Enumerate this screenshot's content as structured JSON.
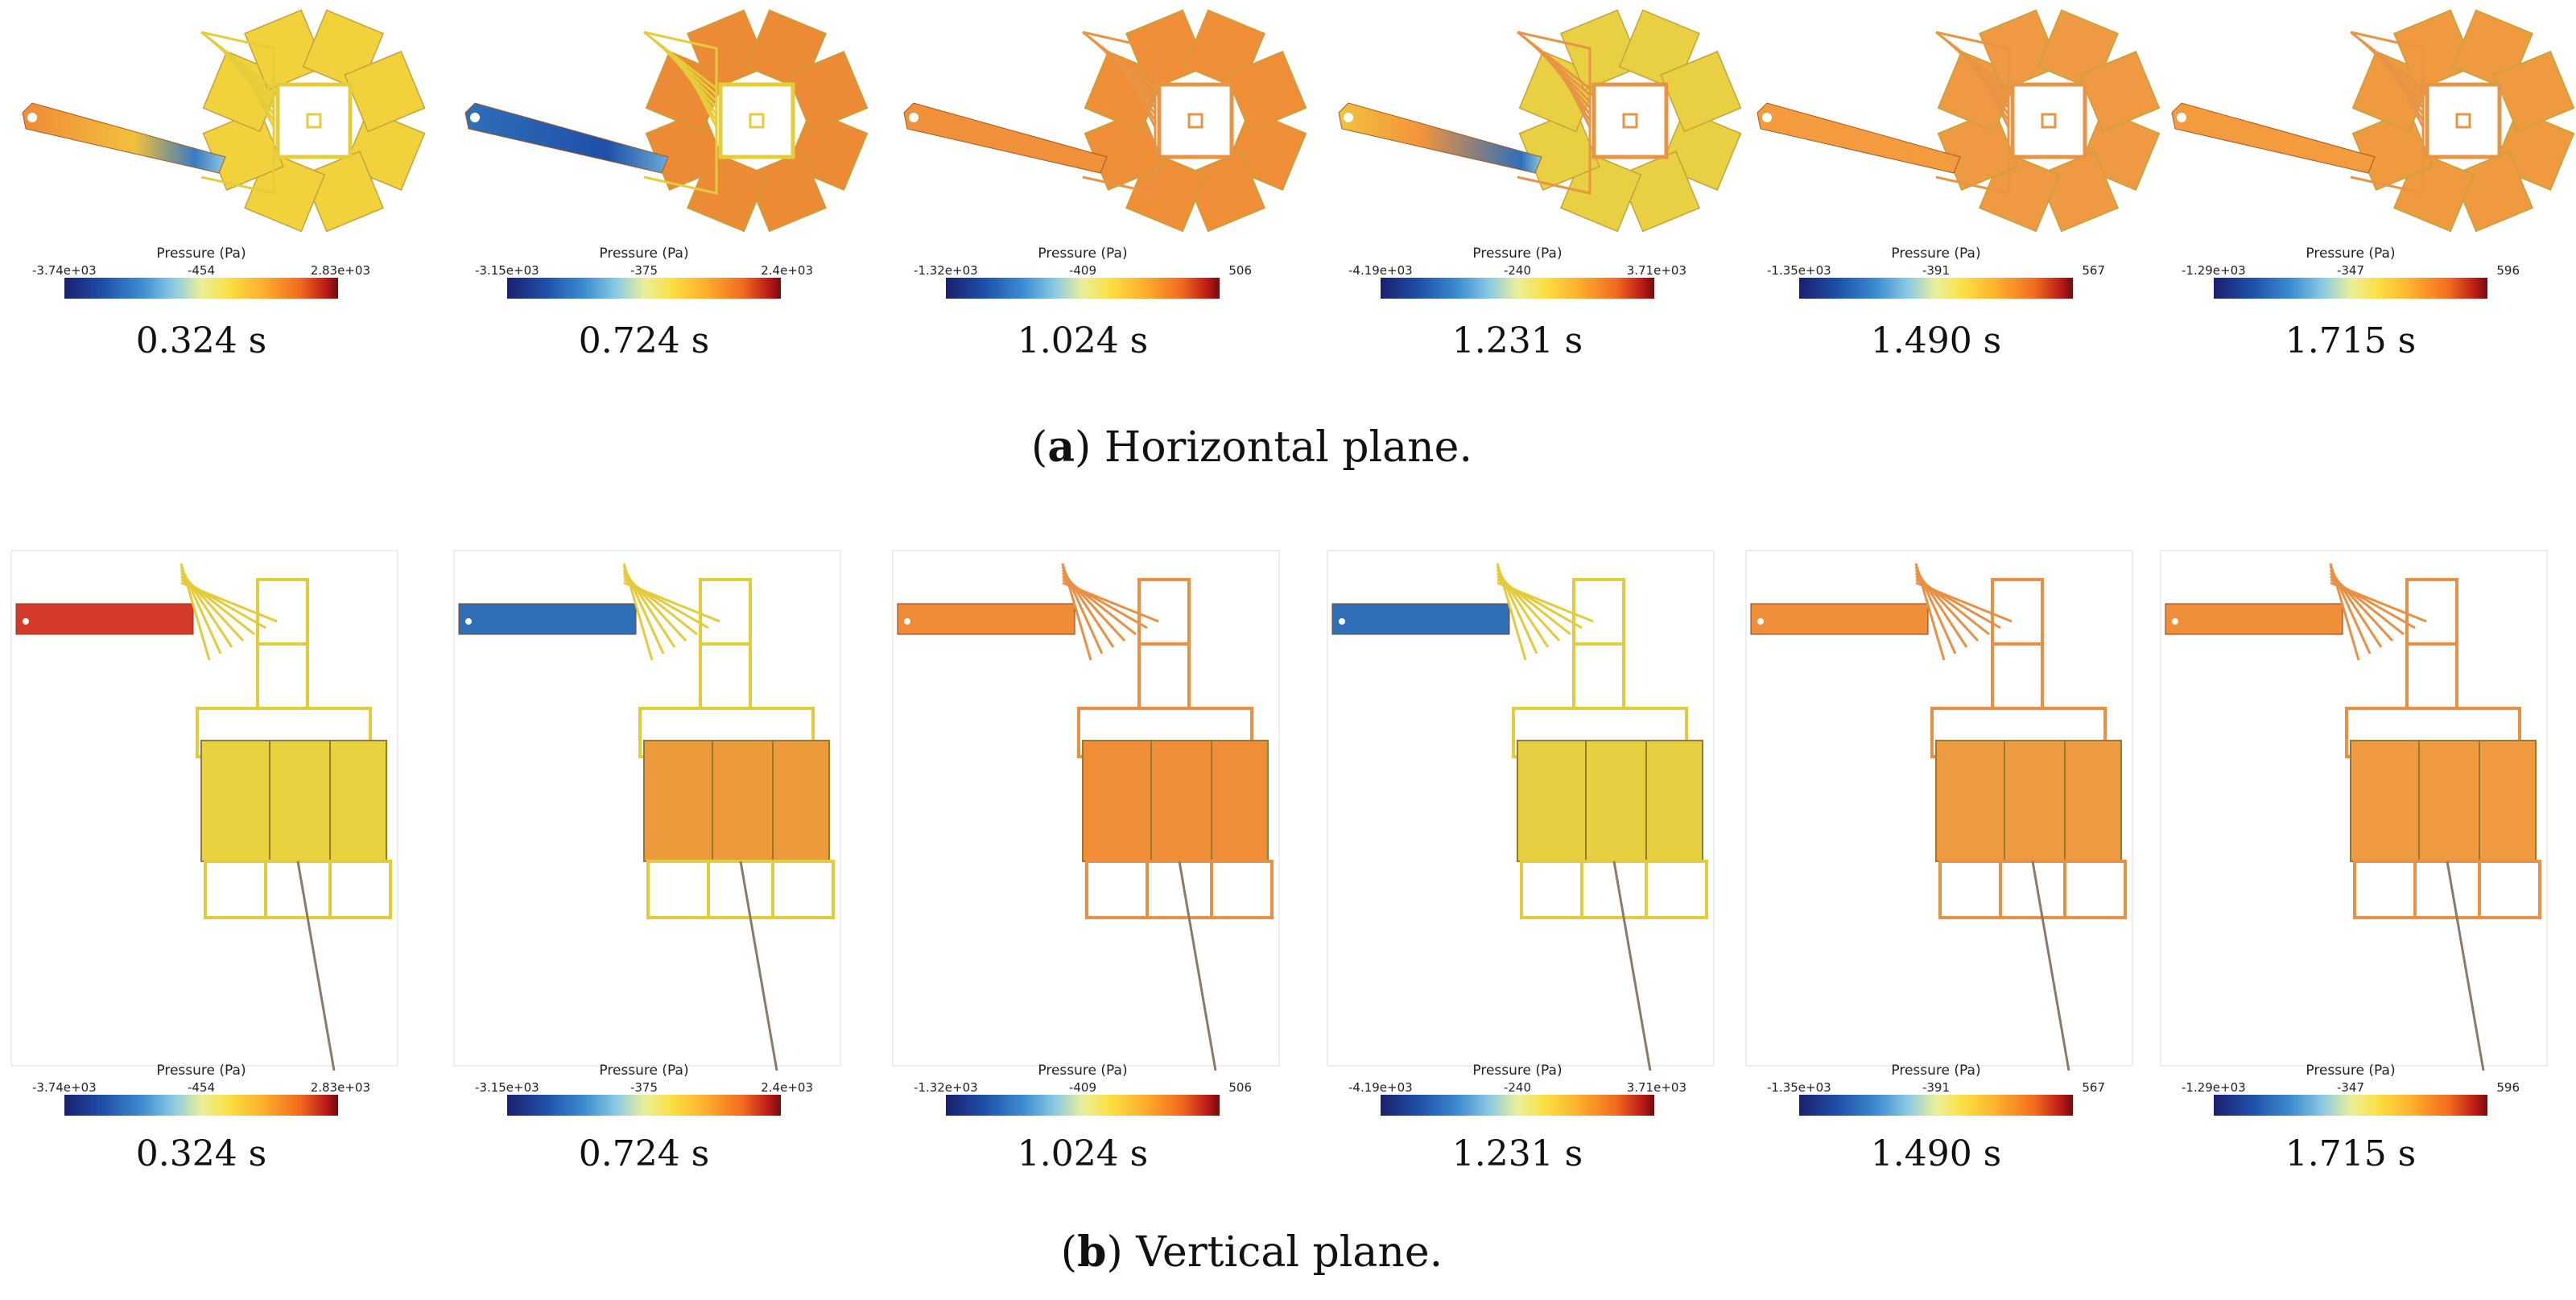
{
  "legend_title": "Pressure (Pa)",
  "horizontal": {
    "caption_letter": "a",
    "caption_text": "Horizontal plane.",
    "panels": [
      {
        "time": "0.324 s",
        "min": "-3.74e+03",
        "mid": "-454",
        "max": "2.83e+03"
      },
      {
        "time": "0.724 s",
        "min": "-3.15e+03",
        "mid": "-375",
        "max": "2.4e+03"
      },
      {
        "time": "1.024 s",
        "min": "-1.32e+03",
        "mid": "-409",
        "max": "506"
      },
      {
        "time": "1.231 s",
        "min": "-4.19e+03",
        "mid": "-240",
        "max": "3.71e+03"
      },
      {
        "time": "1.490 s",
        "min": "-1.35e+03",
        "mid": "-391",
        "max": "567"
      },
      {
        "time": "1.715 s",
        "min": "-1.29e+03",
        "mid": "-347",
        "max": "596"
      }
    ]
  },
  "vertical": {
    "caption_letter": "b",
    "caption_text": "Vertical plane.",
    "panels": [
      {
        "time": "0.324 s",
        "min": "-3.74e+03",
        "mid": "-454",
        "max": "2.83e+03"
      },
      {
        "time": "0.724 s",
        "min": "-3.15e+03",
        "mid": "-375",
        "max": "2.4e+03"
      },
      {
        "time": "1.024 s",
        "min": "-1.32e+03",
        "mid": "-409",
        "max": "506"
      },
      {
        "time": "1.231 s",
        "min": "-4.19e+03",
        "mid": "-240",
        "max": "3.71e+03"
      },
      {
        "time": "1.490 s",
        "min": "-1.35e+03",
        "mid": "-391",
        "max": "567"
      },
      {
        "time": "1.715 s",
        "min": "-1.29e+03",
        "mid": "-347",
        "max": "596"
      }
    ]
  },
  "colors": {
    "frame_yellow": "#e8d83a",
    "body_orange": "#ee8a2e",
    "body_red": "#c8332a",
    "body_blue": "#2f6fb8"
  }
}
